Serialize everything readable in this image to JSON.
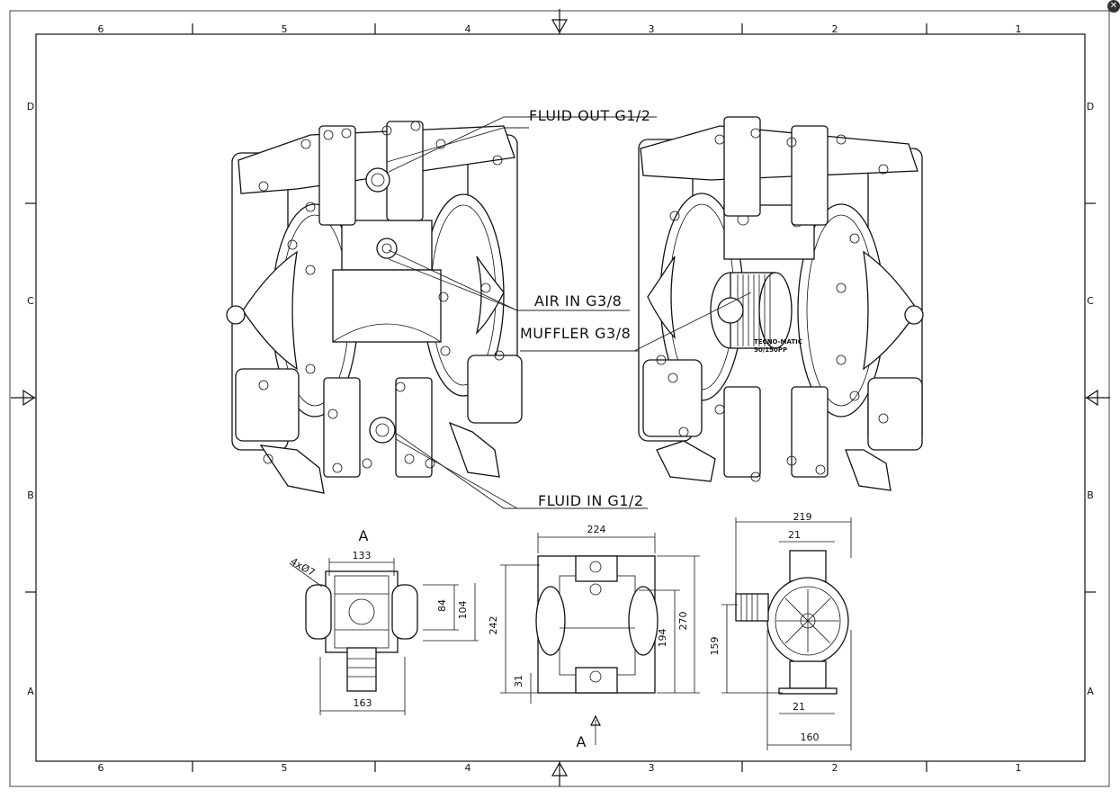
{
  "zones": {
    "columns": [
      "6",
      "5",
      "4",
      "3",
      "2",
      "1"
    ],
    "rows": [
      "D",
      "C",
      "B",
      "A"
    ]
  },
  "callouts": {
    "fluid_out": "FLUID OUT G1/2",
    "air_in": "AIR IN G3/8",
    "muffler": "MUFFLER G3/8",
    "fluid_in": "FLUID IN G1/2"
  },
  "views": {
    "section_a_title": "A",
    "section_a_arrow": "A",
    "bottom": {
      "hole_note": "4xØ7",
      "w_top": "133",
      "w_bottom": "163",
      "h_inner": "84",
      "h_outer": "104"
    },
    "front": {
      "width": "224",
      "height_total": "242",
      "height_inner": "194",
      "height_outer": "270",
      "base": "31"
    },
    "side": {
      "width_top": "219",
      "port_top": "21",
      "height": "159",
      "port_bottom": "21",
      "width_bottom": "160"
    }
  },
  "brand_plate": {
    "line1": "TECNO-MATIC",
    "line2": "50/150PP"
  }
}
